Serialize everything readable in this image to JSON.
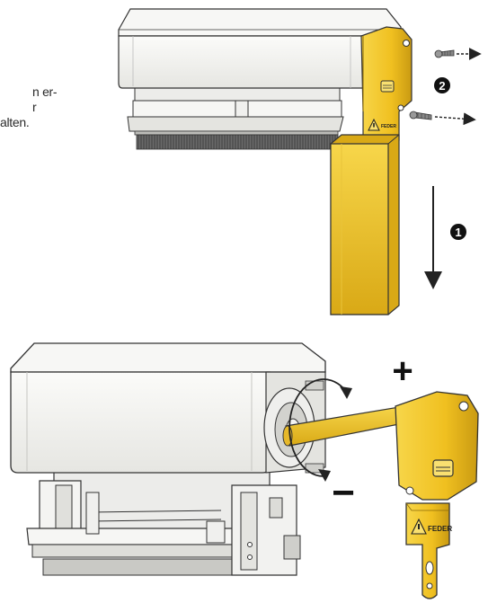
{
  "side_text": {
    "line1": "n er-",
    "line2": "r",
    "line3": "alten."
  },
  "markers": {
    "step1": "1",
    "step2": "2",
    "plus": "+",
    "minus": "−"
  },
  "labels": {
    "warning_label": "FEDER",
    "warning_label_small": "FEDER"
  },
  "colors": {
    "housing": "#f4f4f2",
    "housing_shade": "#d8d8d4",
    "outline": "#333333",
    "yellow": "#f0c020",
    "yellow_dark": "#c89a10",
    "yellow_light": "#f8d850",
    "brush": "#555555",
    "arrow": "#222222"
  },
  "icons": [
    "screw-icon",
    "arrow-right-icon",
    "arrow-down-icon",
    "rotation-arrow-icon",
    "warning-triangle-icon"
  ]
}
